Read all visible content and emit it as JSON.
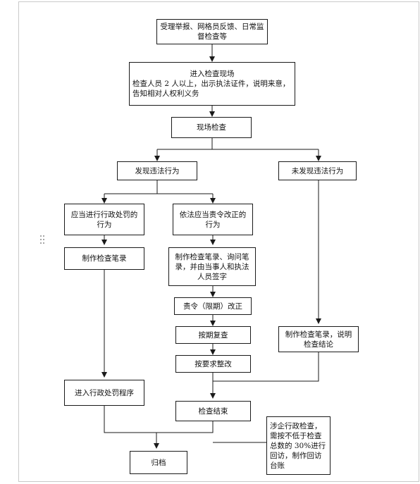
{
  "nodes": {
    "accept": "受理举报、网格员反馈、日常监督检查等",
    "enter_title": "进入检查现场",
    "enter_body": "检查人员 2 人以上，出示执法证件，说明来意，告知相对人权利义务",
    "site_check": "现场检查",
    "found": "发现违法行为",
    "not_found": "未发现违法行为",
    "penalty": "应当进行行政处罚的行为",
    "rectify": "依法应当责令改正的行为",
    "record_left": "制作检查笔录",
    "record_mid": "制作检查笔录、询问笔录，并由当事人和执法人员签字",
    "order": "责令（限期）改正",
    "recheck": "按期复查",
    "require": "按要求整改",
    "record_right": "制作检查笔录，说明检查结论",
    "admin": "进入行政处罚程序",
    "end": "检查结束",
    "note": "涉企行政检查，需按不低于检查总数的 30%进行回访，制作回访台账",
    "archive": "归档"
  },
  "colors": {
    "line": "#1a1a1a",
    "box_border": "#1a1a1a",
    "frame": "#c9c9c9"
  },
  "icons": [
    "drag-handle-icon"
  ]
}
